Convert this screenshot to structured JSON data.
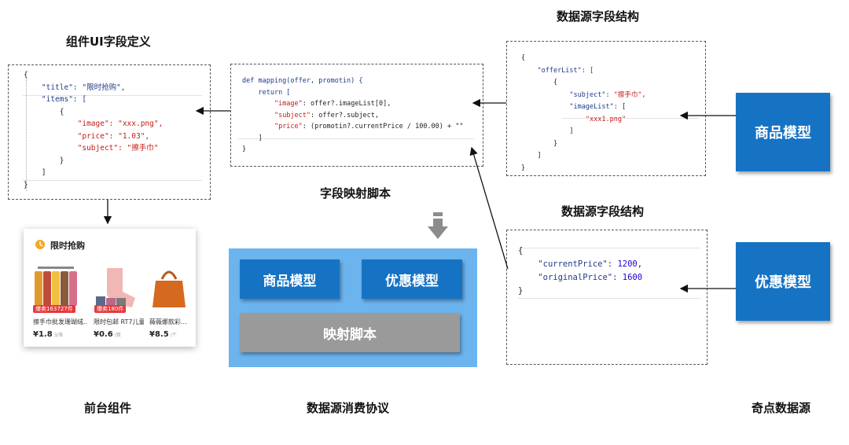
{
  "titles": {
    "component_fields": "组件UI字段定义",
    "datasource_top": "数据源字段结构",
    "datasource_bottom": "数据源字段结构",
    "mapping_script": "字段映射脚本",
    "frontend": "前台组件",
    "protocol": "数据源消费协议",
    "source": "奇点数据源"
  },
  "component_json": {
    "lines": [
      "{",
      "\"title\": \"限时抢购\",",
      "\"items\": [",
      "{",
      "\"image\": \"xxx.png\",",
      "\"price\": \"1.03\",",
      "\"subject\": \"擦手巾\"",
      "}",
      "]",
      "}"
    ]
  },
  "mapping_code": {
    "l1": "def mapping(offer, promotin) {",
    "l2": "return [",
    "l3_key": "\"image\"",
    "l3_val": "offer?.imageList[0],",
    "l4_key": "\"subject\"",
    "l4_val": "offer?.subject,",
    "l5_key": "\"price\"",
    "l5_val": "(promotin?.currentPrice / 100.00) + \"\"",
    "l6": "]",
    "l7": "}"
  },
  "offer_json": {
    "open": "{",
    "offerList": "\"offerList\": [",
    "obj_open": "{",
    "subject_key": "\"subject\":",
    "subject_val": "\"擦手巾\",",
    "image_key": "\"imageList\":",
    "image_open": "[",
    "image_val": "\"xxx1.png\"",
    "image_close": "]",
    "obj_close": "}",
    "list_close": "]",
    "close": "}"
  },
  "promo_json": {
    "open": "{",
    "current_key": "\"currentPrice\":",
    "current_val": "1200,",
    "original_key": "\"originalPrice\":",
    "original_val": "1600",
    "close": "}"
  },
  "boxes": {
    "product_model_right": "商品模型",
    "promo_model_right": "优惠模型",
    "product_model_center": "商品模型",
    "promo_model_center": "优惠模型",
    "mapping_script_box": "映射脚本"
  },
  "card": {
    "header": "限时抢购",
    "items": [
      {
        "badge": "爆卖163727件",
        "title": "擦手巾批发珊瑚绒...",
        "price": "¥1.8",
        "unit": "3/条"
      },
      {
        "badge": "爆卖180件",
        "title": "限时包邮 RT7儿童...",
        "price": "¥0.6",
        "unit": "/双"
      },
      {
        "badge": "",
        "title": "薇薇娜款彩...",
        "price": "¥8.5",
        "unit": "/个"
      }
    ]
  },
  "colors": {
    "model_blue": "#1673c4",
    "panel_blue": "#6cb4ee",
    "script_gray": "#9a9a9a"
  }
}
